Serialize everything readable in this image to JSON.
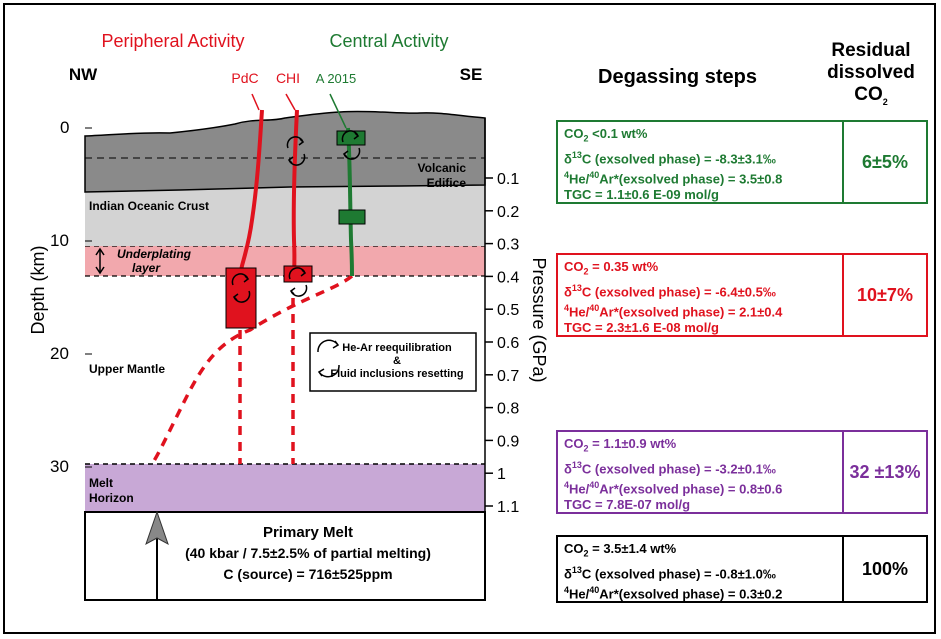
{
  "diagram": {
    "peripheral_label": "Peripheral Activity",
    "central_label": "Central Activity",
    "nw": "NW",
    "se": "SE",
    "pdc": "PdC",
    "chi": "CHI",
    "a2015": "A 2015",
    "depth_axis_label": "Depth (km)",
    "pressure_axis_label": "Pressure (GPa)",
    "depth_ticks": [
      "0",
      "10",
      "20",
      "30"
    ],
    "pressure_ticks": [
      "0.1",
      "0.2",
      "0.3",
      "0.4",
      "0.5",
      "0.6",
      "0.7",
      "0.8",
      "0.9",
      "1",
      "1.1"
    ],
    "volcanic_edifice_1": "Volcanic",
    "volcanic_edifice_2": "Edifice",
    "crust_label": "Indian Oceanic Crust",
    "underplating_1": "Underplating",
    "underplating_2": "layer",
    "upper_mantle": "Upper Mantle",
    "melt_horizon_1": "Melt",
    "melt_horizon_2": "Horizon",
    "primary_melt_1": "Primary Melt",
    "primary_melt_2": "(40 kbar / 7.5±2.5% of partial melting)",
    "primary_melt_3": "C (source) = 716±525ppm",
    "legend_1": "He-Ar reequilibration",
    "legend_2": "&",
    "legend_3": "Fluid inclusions resetting",
    "colors": {
      "green": "#1e7a32",
      "red": "#e0121e",
      "purple": "#7b2f9b",
      "black": "#000000"
    }
  },
  "degassing_header": "Degassing steps",
  "residual_header": [
    "Residual",
    "dissolved",
    "CO",
    "2"
  ],
  "steps": [
    {
      "color": "#1e7a32",
      "co2": "<0.1 wt%",
      "d13c": "(exsolved phase) = -8.3±3.1‰",
      "hear": "(exsolved phase) = 3.5±0.8",
      "tgc": "TGC = 1.1±0.6 E-09 mol/g",
      "residual": "6±5%"
    },
    {
      "color": "#e0121e",
      "co2": " = 0.35 wt%",
      "d13c": "(exsolved phase) = -6.4±0.5‰",
      "hear": "(exsolved phase) = 2.1±0.4",
      "tgc": "TGC = 2.3±1.6 E-08 mol/g",
      "residual": "10±7%"
    },
    {
      "color": "#7b2f9b",
      "co2": " = 1.1±0.9 wt%",
      "d13c": "(exsolved phase) = -3.2±0.1‰",
      "hear": "(exsolved phase) = 0.8±0.6",
      "tgc": "TGC = 7.8E-07 mol/g",
      "residual": "32 ±13%"
    },
    {
      "color": "#000000",
      "co2": " = 3.5±1.4 wt%",
      "d13c": "(exsolved phase) = -0.8±1.0‰",
      "hear": "(exsolved phase) = 0.3±0.2",
      "tgc": "",
      "residual": "100%"
    }
  ],
  "labels": {
    "co": "CO",
    "sub2": "2",
    "delta": "δ",
    "sup13": "13",
    "c": "C ",
    "sup4": "4",
    "he": "He/",
    "sup40": "40",
    "ar": "Ar*"
  }
}
